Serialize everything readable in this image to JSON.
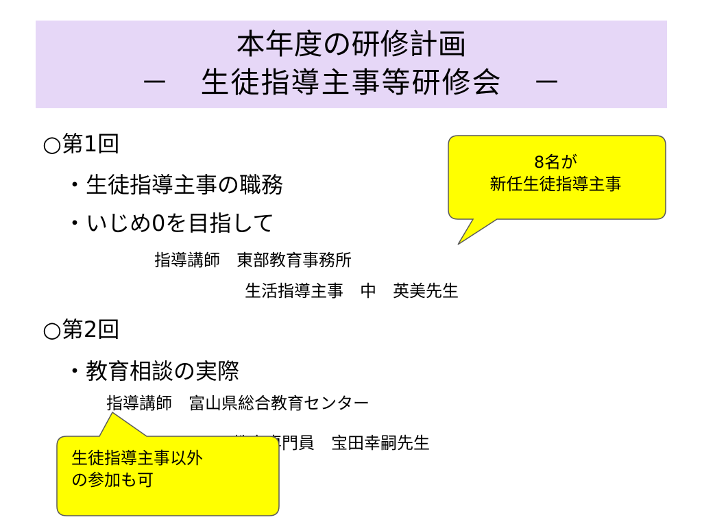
{
  "title": {
    "line1": "本年度の研修計画",
    "line2": "－　生徒指導主事等研修会　－"
  },
  "sections": [
    {
      "heading": "○第1回",
      "bullets": [
        "・生徒指導主事の職務",
        "・いじめ0を目指して"
      ],
      "lecturer_label": "指導講師　東部教育事務所",
      "lecturer_name": "生活指導主事　中　英美先生"
    },
    {
      "heading": "○第2回",
      "bullets": [
        "・教育相談の実際"
      ],
      "lecturer_label": "指導講師　富山県総合教育センター",
      "lecturer_name": "教育専門員　宝田幸嗣先生"
    }
  ],
  "callouts": [
    {
      "lines": [
        "8名が",
        "新任生徒指導主事"
      ]
    },
    {
      "lines": [
        "生徒指導主事以外",
        "の参加も可"
      ]
    }
  ],
  "colors": {
    "title_background": "#e6d7f7",
    "callout_fill": "#ffff00",
    "callout_stroke": "#5a5a5a"
  }
}
